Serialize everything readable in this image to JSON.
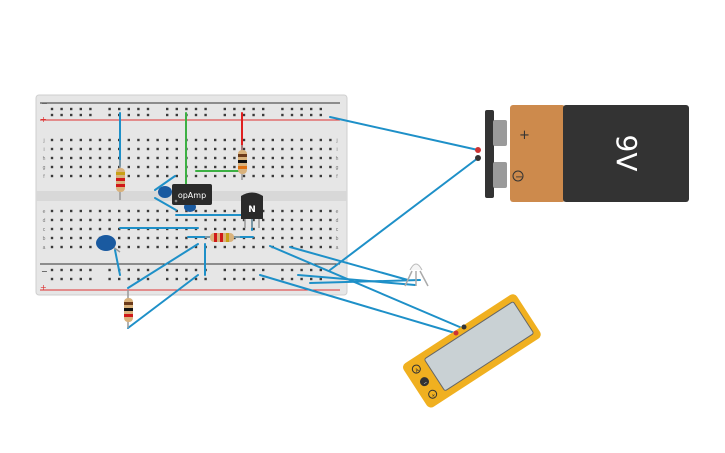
{
  "components": {
    "opamp": {
      "label": "opAmp"
    },
    "transistor": {
      "label": "N"
    },
    "battery": {
      "voltage_label": "9V",
      "plus_symbol": "+",
      "minus_symbol": "−"
    },
    "multimeter": {
      "terminal_symbols": [
        "A",
        "−",
        "+"
      ]
    }
  },
  "breadboard": {
    "rail_plus": "+",
    "rail_minus": "−",
    "row_letters_top": [
      "j",
      "i",
      "h",
      "g",
      "f"
    ],
    "row_letters_bottom": [
      "e",
      "d",
      "c",
      "b",
      "a"
    ]
  },
  "colors": {
    "wire_blue": "#1e90c8",
    "wire_green": "#3cb043",
    "wire_red": "#e02020",
    "board": "#e8e8e8",
    "battery_body": "#cd8a4c",
    "battery_label": "#333333",
    "multimeter": "#f0b020"
  }
}
